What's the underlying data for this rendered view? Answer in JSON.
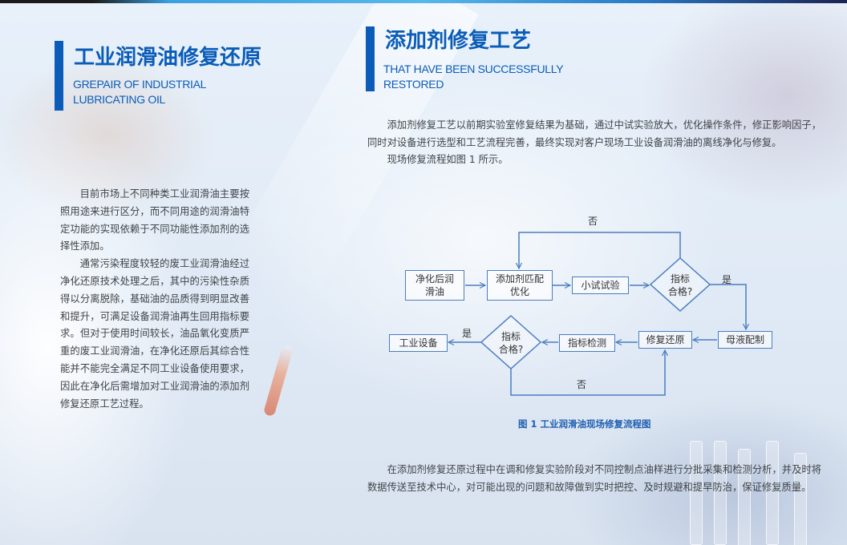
{
  "left_section": {
    "title_cn": "工业润滑油修复还原",
    "title_en_line1": "GREPAIR OF INDUSTRIAL",
    "title_en_line2": "LUBRICATING OIL",
    "paragraphs": [
      "目前市场上不同种类工业润滑油主要按照用途来进行区分，而不同用途的润滑油特定功能的实现依赖于不同功能性添加剂的选择性添加。",
      "通常污染程度较轻的废工业润滑油经过净化还原技术处理之后，其中的污染性杂质得以分离脱除，基础油的品质得到明显改善和提升，可满足设备润滑油再生回用指标要求。但对于使用时间较长，油品氧化变质严重的废工业润滑油，在净化还原后其综合性能并不能完全满足不同工业设备使用要求，因此在净化后需增加对工业润滑油的添加剂修复还原工艺过程。"
    ]
  },
  "right_section": {
    "title_cn": "添加剂修复工艺",
    "title_en_line1": "THAT HAVE BEEN SUCCESSFULLY",
    "title_en_line2": "RESTORED",
    "paragraphs_top": [
      "添加剂修复工艺以前期实验室修复结果为基础，通过中试实验放大，优化操作条件，修正影响因子，同时对设备进行选型和工艺流程完善，最终实现对客户现场工业设备润滑油的离线净化与修复。",
      "现场修复流程如图 1 所示。"
    ],
    "paragraphs_bottom": [
      "在添加剂修复还原过程中在调和修复实验阶段对不同控制点油样进行分批采集和检测分析，并及时将数据传送至技术中心，对可能出现的问题和故障做到实时把控、及时规避和提早防治，保证修复质量。"
    ],
    "figure_caption": "图 1 工业润滑油现场修复流程图"
  },
  "flowchart": {
    "nodes": {
      "purified_oil_line1": "净化后润",
      "purified_oil_line2": "滑油",
      "additive_match_line1": "添加剂匹配",
      "additive_match_line2": "优化",
      "small_test": "小试试验",
      "check1_line1": "指标",
      "check1_line2": "合格?",
      "mother_liquor": "母液配制",
      "repair_restore": "修复还原",
      "index_detect": "指标检测",
      "check2_line1": "指标",
      "check2_line2": "合格?",
      "industrial_equipment": "工业设备"
    },
    "labels": {
      "loop_top_no": "否",
      "check1_yes": "是",
      "check2_yes": "是",
      "loop_bottom_no": "否"
    },
    "colors": {
      "line": "#4a7dc0",
      "text": "#333333"
    }
  },
  "colors": {
    "accent": "#0a5cb8",
    "body_text": "#3f4449",
    "caption": "#1f5fb0"
  }
}
